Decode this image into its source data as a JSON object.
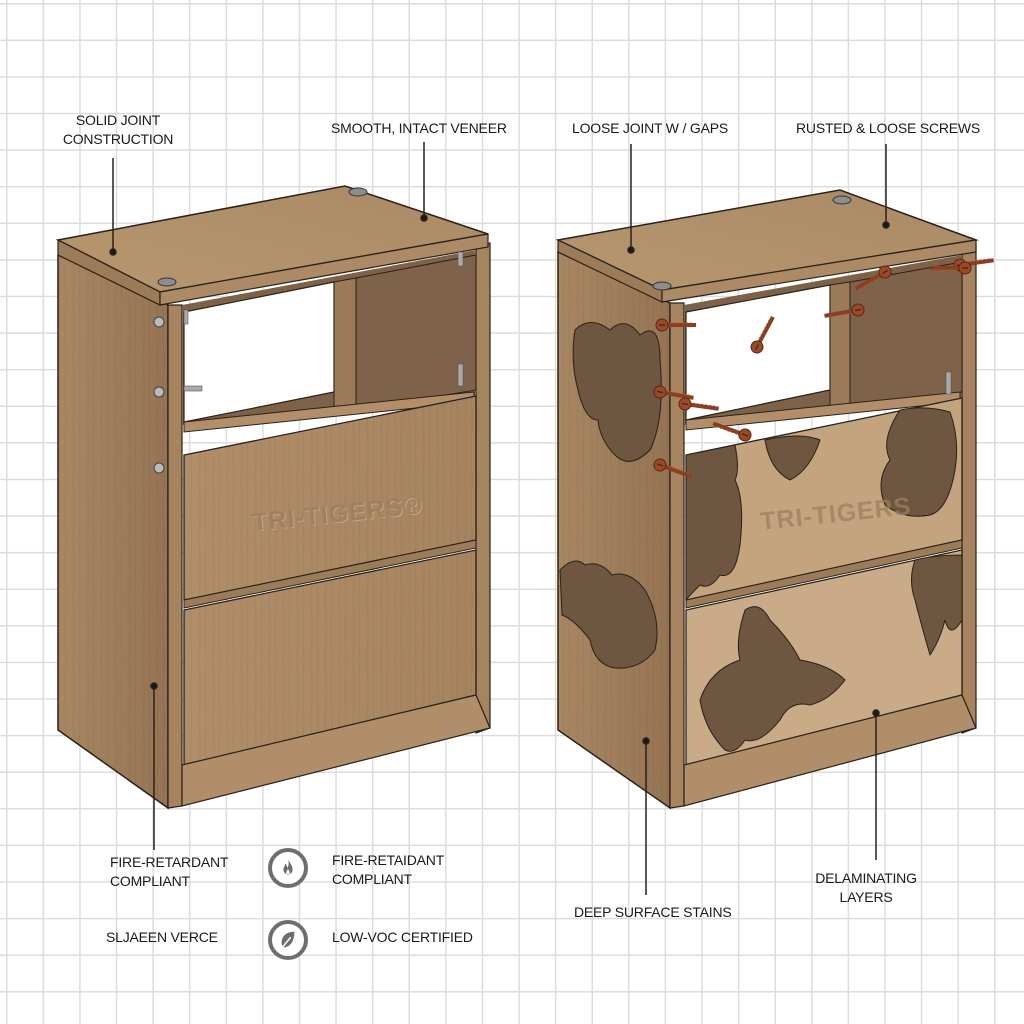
{
  "colors": {
    "wood_light": "#b4926c",
    "wood_mid": "#a07f5b",
    "wood_dark": "#8a6b4c",
    "wood_interior": "#7d6148",
    "stain": "#6e5640",
    "delam_light": "#c9ab88",
    "rust": "#8a3f22",
    "outline": "#2a2118",
    "icon_gray": "#6e6e6e",
    "grid": "#dcdcdc"
  },
  "left_cabinet": {
    "condition": "good",
    "brand_text": "TRI-TIGERS®",
    "callouts": {
      "solid_joint": "SOLID JOINT\nCONSTRUCTION",
      "veneer": "SMOOTH, INTACT VENEER",
      "fire_retardant": "FIRE-RETARDANT\nCOMPLIANT",
      "bottom_left": "SLJAEEN VERCE"
    }
  },
  "right_cabinet": {
    "condition": "damaged",
    "brand_text": "TRI-TIGERS",
    "callouts": {
      "loose_joint": "LOOSE JOINT W / GAPS",
      "rusted_screws": "RUSTED & LOOSE SCREWS",
      "stains": "DEEP SURFACE STAINS",
      "delaminating": "DELAMINATING\nLAYERS"
    }
  },
  "certifications": [
    {
      "icon": "flame-icon",
      "label": "FIRE-RETAIDANT\nCOMPLIANT"
    },
    {
      "icon": "leaf-icon",
      "label": "LOW-VOC CERTIFIED"
    }
  ]
}
